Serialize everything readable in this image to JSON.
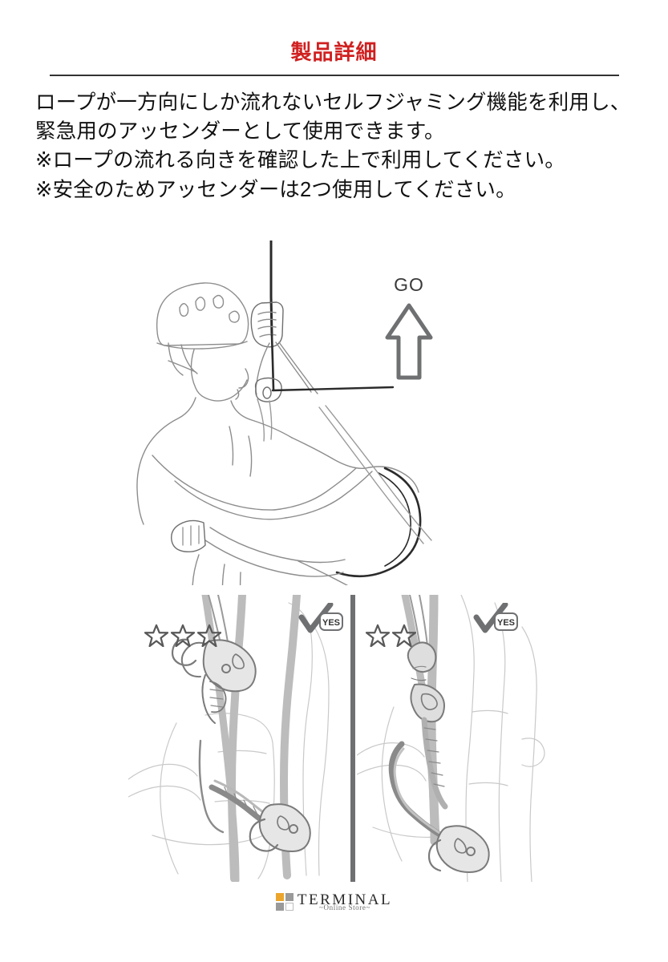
{
  "header": {
    "title": "製品詳細",
    "title_color": "#d02020",
    "rule_color": "#333333"
  },
  "body": {
    "lines": [
      "ロープが一方向にしか流れないセルフジャミング機能を利用し、緊急用のアッセンダーとして使用できます。",
      "※ロープの流れる向きを確認した上で利用してください。",
      "※安全のためアッセンダーは2つ使用してください。"
    ]
  },
  "illustration": {
    "main_caption": "climber-ascending-rope-line-art",
    "direction_indicator": {
      "label": "GO",
      "arrow": "arrow-up-outline",
      "color": "#6f7072"
    }
  },
  "panels": [
    {
      "id": "panel-left",
      "rating_stars": 3,
      "star_glyph": "star-outline",
      "verdict": "YES",
      "verdict_mark": "check-mark",
      "illustration": "two-ascenders-on-rope-detail"
    },
    {
      "id": "panel-right",
      "rating_stars": 2,
      "star_glyph": "star-outline",
      "verdict": "YES",
      "verdict_mark": "check-mark",
      "illustration": "single-ascender-with-etrier-detail"
    }
  ],
  "footer": {
    "brand": "TERMINAL",
    "tagline": "~Online Store~",
    "logo_colors": {
      "accent": "#eca52c",
      "gray": "#9a9a9a",
      "outline": "#bdbdbd"
    }
  }
}
